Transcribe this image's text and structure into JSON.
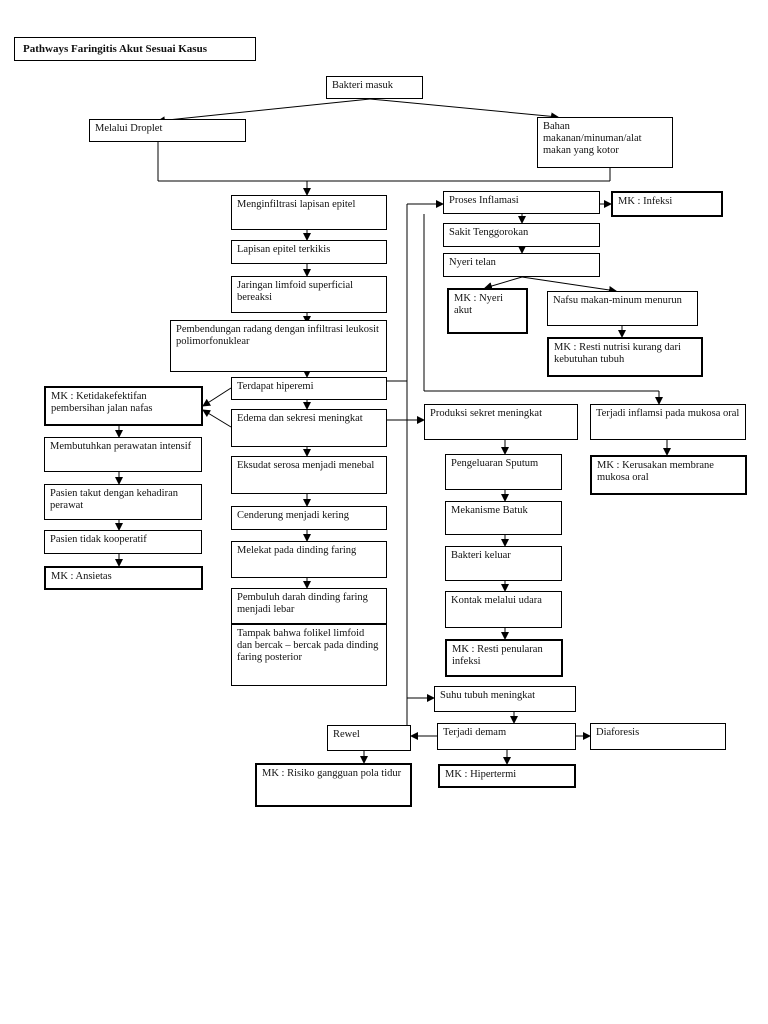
{
  "title": "Pathways Faringitis Akut Sesuai Kasus",
  "nodes": {
    "bakteri_masuk": "Bakteri masuk",
    "melalui_droplet": "Melalui Droplet",
    "bahan_makanan": "Bahan makanan/minuman/alat makan yang kotor",
    "menginfiltrasi": "Menginfiltrasi lapisan epitel",
    "lapisan_terkikis": "Lapisan epitel terkikis",
    "jaringan_limfoid": "Jaringan limfoid superficial bereaksi",
    "pembendungan": "Pembendungan radang dengan infiltrasi leukosit polimorfonuklear",
    "terdapat_hiperemi": "Terdapat hiperemi",
    "edema": "Edema dan sekresi meningkat",
    "eksudat": "Eksudat serosa menjadi menebal",
    "cenderung_kering": "Cenderung menjadi kering",
    "melekat": "Melekat  pada dinding faring",
    "pembuluh_darah": "Pembuluh darah dinding faring menjadi lebar",
    "tampak_folikel": "Tampak bahwa folikel limfoid dan bercak – bercak pada dinding faring posterior",
    "mk_ketidakefektifan": "MK : Ketidakefektifan pembersihan jalan nafas",
    "membutuhkan_perawatan": "Membutuhkan perawatan intensif",
    "pasien_takut": "Pasien takut dengan kehadiran perawat",
    "pasien_tidak_kooperatif": "Pasien tidak kooperatif",
    "mk_ansietas": "MK : Ansietas",
    "proses_inflamasi": "Proses Inflamasi",
    "mk_infeksi": "MK : Infeksi",
    "sakit_tenggorokan": "Sakit Tenggorokan",
    "nyeri_telan": "Nyeri telan",
    "mk_nyeri_akut": "MK : Nyeri akut",
    "nafsu_makan": "Nafsu makan-minum menurun",
    "mk_resti_nutrisi": "MK : Resti nutrisi kurang dari kebutuhan tubuh",
    "produksi_sekret": "Produksi sekret meningkat",
    "terjadi_inflamasi_oral": "Terjadi inflamsi pada mukosa oral",
    "mk_kerusakan": "MK : Kerusakan membrane mukosa oral",
    "pengeluaran_sputum": "Pengeluaran Sputum",
    "mekanisme_batuk": "Mekanisme Batuk",
    "bakteri_keluar": "Bakteri keluar",
    "kontak_udara": "Kontak melalui udara",
    "mk_resti_penularan": "MK : Resti penularan infeksi",
    "suhu_tubuh": "Suhu tubuh meningkat",
    "terjadi_demam": "Terjadi demam",
    "rewel": "Rewel",
    "diaforesis": "Diaforesis",
    "mk_risiko_tidur": "MK : Risiko gangguan pola tidur",
    "mk_hipertermi": "MK : Hipertermi"
  }
}
